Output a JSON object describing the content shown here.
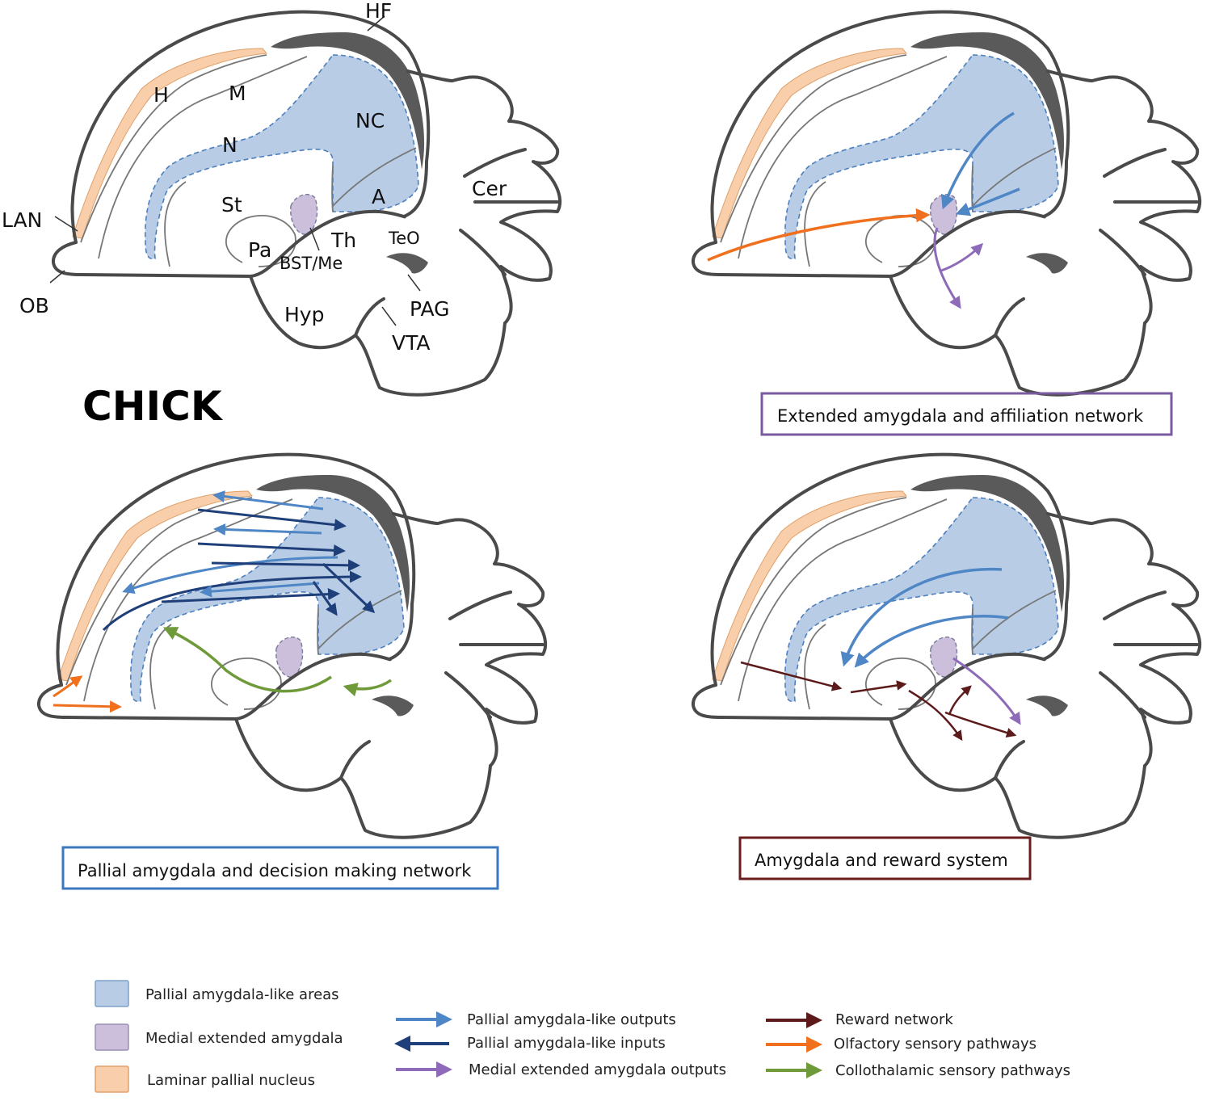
{
  "title": "CHICK",
  "region_labels": {
    "HF": "HF",
    "H": "H",
    "M": "M",
    "N": "N",
    "NC": "NC",
    "A": "A",
    "St": "St",
    "Pa": "Pa",
    "Th": "Th",
    "BST_Me": "BST/Me",
    "TeO": "TeO",
    "Cer": "Cer",
    "LAN": "LAN",
    "OB": "OB",
    "Hyp": "Hyp",
    "PAG": "PAG",
    "VTA": "VTA"
  },
  "panels": {
    "affiliation": {
      "label": "Extended amygdala and affiliation network",
      "border": "#7a5aa0"
    },
    "decision": {
      "label": "Pallial amygdala and decision making network",
      "border": "#3b78bf"
    },
    "reward": {
      "label": "Amygdala and reward system",
      "border": "#6b1c1c"
    }
  },
  "legend": {
    "areas": [
      {
        "label": "Pallial amygdala-like areas",
        "color": "#b8cde5"
      },
      {
        "label": "Medial extended amygdala",
        "color": "#cbbfdc"
      },
      {
        "label": "Laminar pallial nucleus",
        "color": "#f8cfaa"
      }
    ],
    "arrows_left": [
      {
        "label": "Pallial amygdala-like outputs",
        "color": "#4f86c6"
      },
      {
        "label": "Pallial amygdala-like inputs",
        "color": "#1f3f7a"
      },
      {
        "label": "Medial extended amygdala outputs",
        "color": "#8e6bb8"
      }
    ],
    "arrows_right": [
      {
        "label": "Reward network",
        "color": "#5c1a1a"
      },
      {
        "label": "Olfactory sensory pathways",
        "color": "#f0701e"
      },
      {
        "label": "Collothalamic sensory pathways",
        "color": "#6f9a3a"
      }
    ]
  }
}
